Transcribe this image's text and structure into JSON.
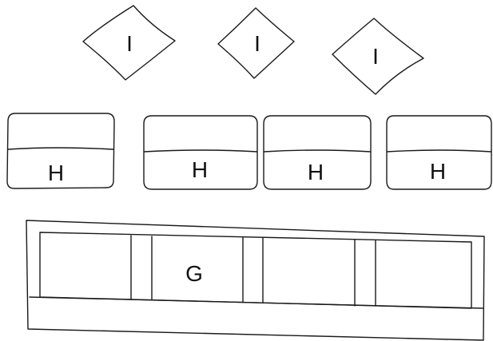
{
  "diagram": {
    "diamonds": [
      {
        "label": "I"
      },
      {
        "label": "I"
      },
      {
        "label": "I"
      }
    ],
    "cards": [
      {
        "label": "H"
      },
      {
        "label": "H"
      },
      {
        "label": "H"
      },
      {
        "label": "H"
      }
    ],
    "tray": {
      "label": "G",
      "compartment_count": 4
    }
  }
}
